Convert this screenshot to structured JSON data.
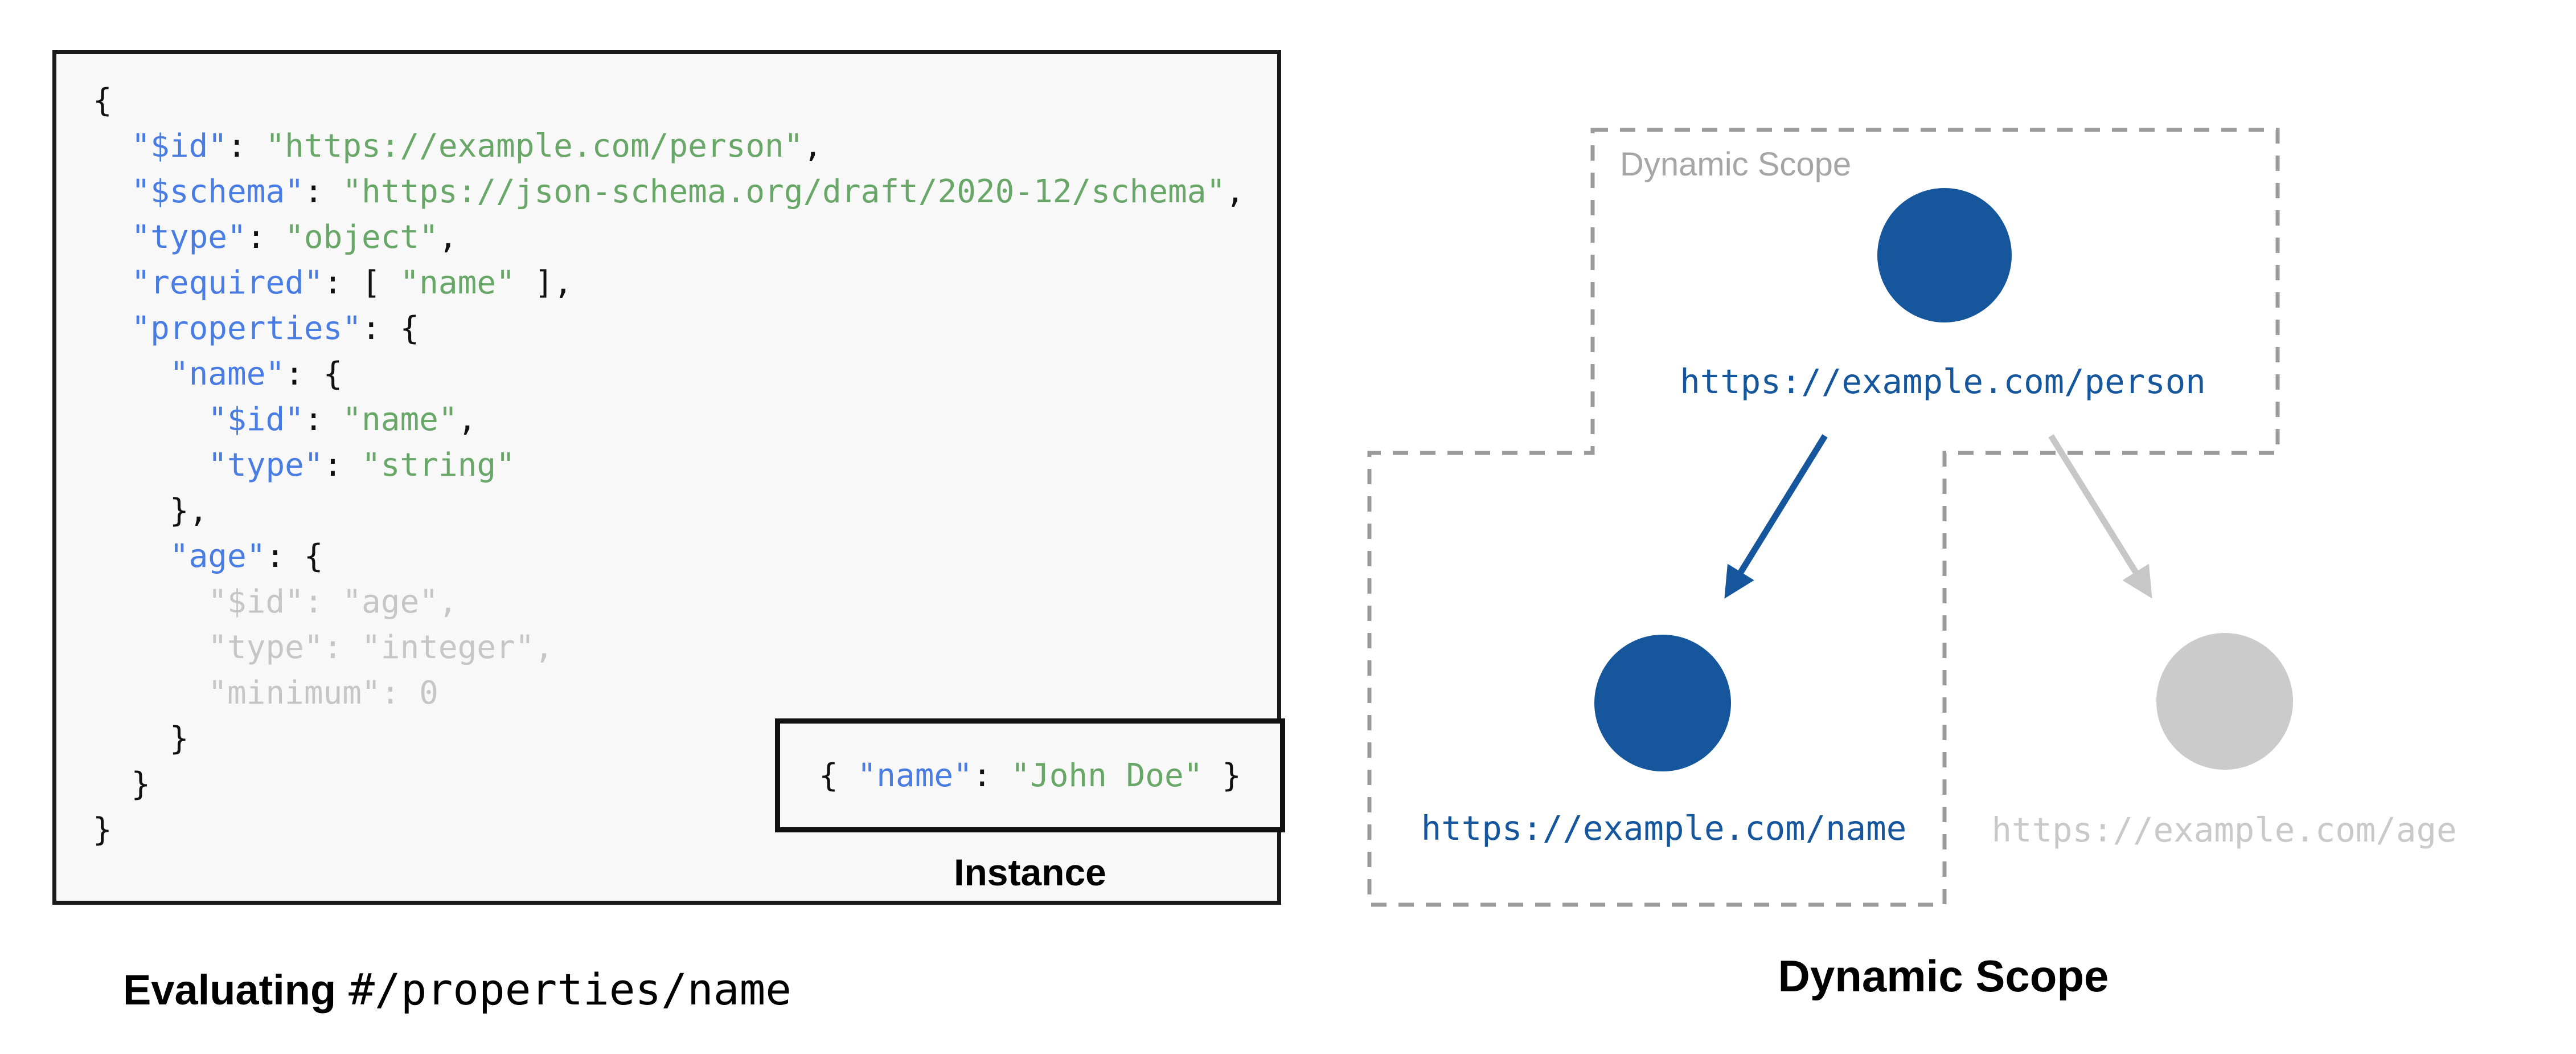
{
  "colors": {
    "page_bg": "#ffffff",
    "panel_bg": "#f8f8f8",
    "panel_border": "#1a1a1a",
    "code_key_blue": "#4a7de4",
    "code_string_green": "#68a768",
    "code_plain": "#111111",
    "code_dim_gray": "#c6c6c6",
    "scope_blue": "#15569c",
    "inactive_gray": "#cbcbcb",
    "inactive_text_gray": "#c9c9c9",
    "dash_gray": "#9b9b9b",
    "scope_label_gray": "#a6a6a6"
  },
  "schema_panel": {
    "instance_label": "Instance",
    "code_lines": [
      [
        [
          "p",
          "{"
        ]
      ],
      [
        [
          "p",
          "  "
        ],
        [
          "k",
          "\"$id\""
        ],
        [
          "p",
          ": "
        ],
        [
          "s",
          "\"https://example.com/person\""
        ],
        [
          "p",
          ","
        ]
      ],
      [
        [
          "p",
          "  "
        ],
        [
          "k",
          "\"$schema\""
        ],
        [
          "p",
          ": "
        ],
        [
          "s",
          "\"https://json-schema.org/draft/2020-12/schema\""
        ],
        [
          "p",
          ","
        ]
      ],
      [
        [
          "p",
          "  "
        ],
        [
          "k",
          "\"type\""
        ],
        [
          "p",
          ": "
        ],
        [
          "s",
          "\"object\""
        ],
        [
          "p",
          ","
        ]
      ],
      [
        [
          "p",
          "  "
        ],
        [
          "k",
          "\"required\""
        ],
        [
          "p",
          ": [ "
        ],
        [
          "s",
          "\"name\""
        ],
        [
          "p",
          " ],"
        ]
      ],
      [
        [
          "p",
          "  "
        ],
        [
          "k",
          "\"properties\""
        ],
        [
          "p",
          ": {"
        ]
      ],
      [
        [
          "p",
          "    "
        ],
        [
          "k",
          "\"name\""
        ],
        [
          "p",
          ": {"
        ]
      ],
      [
        [
          "p",
          "      "
        ],
        [
          "k",
          "\"$id\""
        ],
        [
          "p",
          ": "
        ],
        [
          "s",
          "\"name\""
        ],
        [
          "p",
          ","
        ]
      ],
      [
        [
          "p",
          "      "
        ],
        [
          "k",
          "\"type\""
        ],
        [
          "p",
          ": "
        ],
        [
          "s",
          "\"string\""
        ]
      ],
      [
        [
          "p",
          "    },"
        ]
      ],
      [
        [
          "p",
          "    "
        ],
        [
          "k",
          "\"age\""
        ],
        [
          "p",
          ": {"
        ]
      ],
      [
        [
          "d",
          "      \"$id\": \"age\","
        ]
      ],
      [
        [
          "d",
          "      \"type\": \"integer\","
        ]
      ],
      [
        [
          "d",
          "      \"minimum\": 0"
        ]
      ],
      [
        [
          "p",
          "    }"
        ]
      ],
      [
        [
          "p",
          "  }"
        ]
      ],
      [
        [
          "p",
          "}"
        ]
      ]
    ],
    "instance_code": [
      [
        [
          "p",
          "{ "
        ],
        [
          "k",
          "\"name\""
        ],
        [
          "p",
          ": "
        ],
        [
          "s",
          "\"John Doe\""
        ],
        [
          "p",
          " }"
        ]
      ]
    ]
  },
  "captions": {
    "left_bold": "Evaluating",
    "left_mono": "#/properties/name",
    "right": "Dynamic Scope"
  },
  "diagram": {
    "scope_label": "Dynamic Scope",
    "nodes": [
      {
        "id": "person",
        "url": "https://example.com/person",
        "state": "in-scope"
      },
      {
        "id": "name",
        "url": "https://example.com/name",
        "state": "in-scope"
      },
      {
        "id": "age",
        "url": "https://example.com/age",
        "state": "out-of-scope"
      }
    ]
  }
}
